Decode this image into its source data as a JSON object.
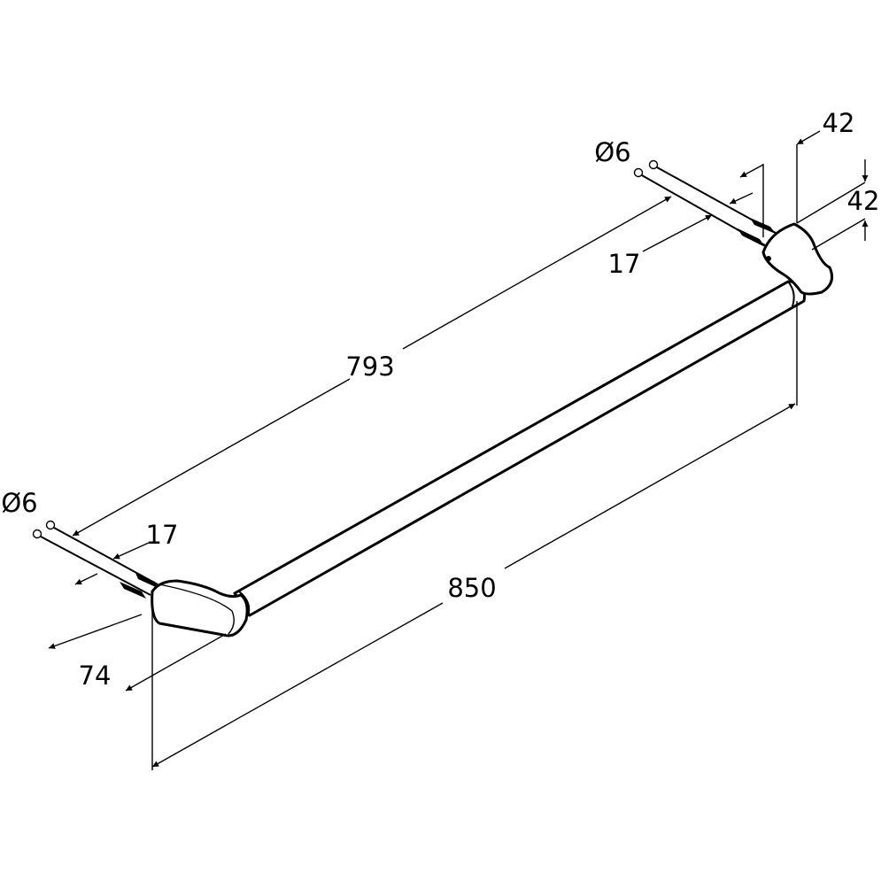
{
  "title": "Towel rail dimension drawing",
  "dimensions": {
    "overall_length": "850",
    "rail_length": "793",
    "depth": "74",
    "top_height": "42",
    "side_height": "42",
    "pin_spacing_left": "17",
    "pin_spacing_right": "17",
    "pin_diameter_left": "Ø6",
    "pin_diameter_right": "Ø6"
  },
  "colors": {
    "line": "#000000",
    "background": "#ffffff"
  }
}
